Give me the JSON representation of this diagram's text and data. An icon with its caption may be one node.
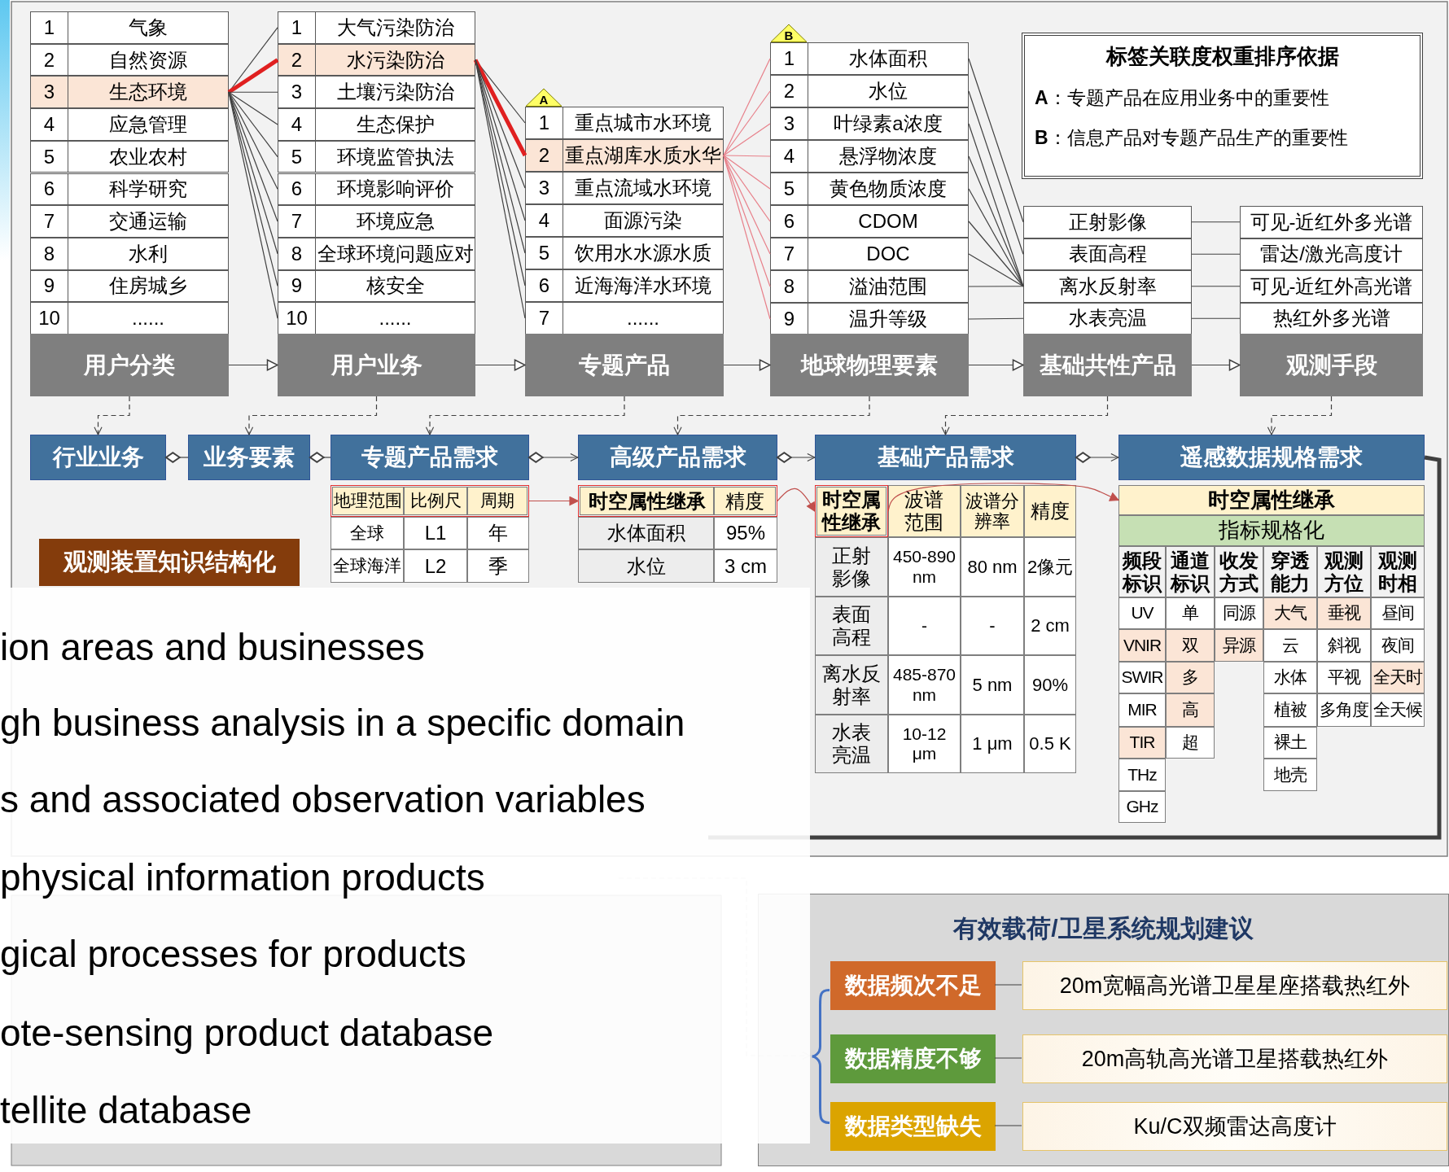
{
  "diagram": {
    "nodes": [
      {
        "text": [
          "1",
          "气象"
        ]
      },
      {
        "text": [
          "2",
          "自然资源"
        ]
      },
      {
        "text": [
          "3",
          "生态环境"
        ]
      },
      {
        "text": [
          "4",
          "应急管理"
        ]
      },
      {
        "text": [
          "5",
          "农业农村"
        ]
      },
      {
        "text": [
          "6",
          "科学研究"
        ]
      },
      {
        "text": [
          "7",
          "交通运输"
        ]
      },
      {
        "text": [
          "8",
          "水利"
        ]
      },
      {
        "text": [
          "9",
          "住房城乡"
        ]
      },
      {
        "text": [
          "10",
          "......"
        ]
      },
      {
        "text": [
          "1",
          "大气污染防治"
        ]
      },
      {
        "text": [
          "2",
          "水污染防治"
        ]
      },
      {
        "text": [
          "3",
          "土壤污染防治"
        ]
      },
      {
        "text": [
          "4",
          "生态保护"
        ]
      },
      {
        "text": [
          "5",
          "环境监管执法"
        ]
      },
      {
        "text": [
          "6",
          "环境影响评价"
        ]
      },
      {
        "text": [
          "7",
          "环境应急"
        ]
      },
      {
        "text": [
          "8",
          "全球环境问题应对"
        ]
      },
      {
        "text": [
          "9",
          "核安全"
        ]
      },
      {
        "text": [
          "10",
          "......"
        ]
      },
      {
        "text": [
          "A"
        ]
      },
      {
        "text": [
          "1",
          "重点城市水环境"
        ]
      },
      {
        "text": [
          "2",
          "重点湖库水质水华"
        ]
      },
      {
        "text": [
          "3",
          "重点流域水环境"
        ]
      },
      {
        "text": [
          "4",
          "面源污染"
        ]
      },
      {
        "text": [
          "5",
          "饮用水水源水质"
        ]
      },
      {
        "text": [
          "6",
          "近海海洋水环境"
        ]
      },
      {
        "text": [
          "7",
          "......"
        ]
      },
      {
        "text": [
          "B"
        ]
      },
      {
        "text": [
          "1",
          "水体面积"
        ]
      },
      {
        "text": [
          "2",
          "水位"
        ]
      },
      {
        "text": [
          "3",
          "叶绿素a浓度"
        ]
      },
      {
        "text": [
          "4",
          "悬浮物浓度"
        ]
      },
      {
        "text": [
          "5",
          "黄色物质浓度"
        ]
      },
      {
        "text": [
          "6",
          "CDOM"
        ]
      },
      {
        "text": [
          "7",
          "DOC"
        ]
      },
      {
        "text": [
          "8",
          "溢油范围"
        ]
      },
      {
        "text": [
          "9",
          "温升等级"
        ]
      },
      {
        "text": [
          "正射影像"
        ]
      },
      {
        "text": [
          "表面高程"
        ]
      },
      {
        "text": [
          "离水反射率"
        ]
      },
      {
        "text": [
          "水表亮温"
        ]
      },
      {
        "text": [
          "可见-近红外多光谱"
        ]
      },
      {
        "text": [
          "雷达/激光高度计"
        ]
      },
      {
        "text": [
          "可见-近红外高光谱"
        ]
      },
      {
        "text": [
          "热红外多光谱"
        ]
      },
      {
        "text": [
          "用户分类"
        ]
      },
      {
        "text": [
          "用户业务"
        ]
      },
      {
        "text": [
          "专题产品"
        ]
      },
      {
        "text": [
          "地球物理要素"
        ]
      },
      {
        "text": [
          "基础共性产品"
        ]
      },
      {
        "text": [
          "观测手段"
        ]
      },
      {
        "text": [
          "标签关联度权重排序依据",
          "**A**：专题产品在应用业务中的重要性",
          "**B**：信息产品对专题产品生产的重要性"
        ]
      },
      {
        "text": [
          "行业业务"
        ]
      },
      {
        "text": [
          "业务要素"
        ]
      },
      {
        "text": [
          "专题产品需求"
        ]
      },
      {
        "text": [
          "高级产品需求"
        ]
      },
      {
        "text": [
          "基础产品需求"
        ]
      },
      {
        "text": [
          "遥感数据规格需求"
        ]
      },
      {
        "text": [
          "地理范围",
          "比例尺",
          "周期"
        ]
      },
      {
        "text": [
          "时空属性继承",
          "精度"
        ]
      },
      {
        "text": [
          "时空属性继承"
        ]
      },
      {
        "text": [
          "时空属性继承"
        ]
      },
      {
        "text": [
          "观测装置知识结构化"
        ]
      },
      {
        "text": [
          "有效载荷/卫星系统规划建议"
        ]
      },
      {
        "text": [],
        "shape": "bracket",
        "in": 64
      },
      {
        "text": [
          "数据频次不足"
        ],
        "in": 64
      },
      {
        "text": [
          "20m宽幅高光谱卫星星座搭载热红外"
        ],
        "in": 64
      },
      {
        "text": [
          "数据精度不够"
        ],
        "in": 64
      },
      {
        "text": [
          "20m高轨高光谱卫星搭载热红外"
        ],
        "in": 64
      },
      {
        "text": [
          "数据类型缺失"
        ],
        "in": 64
      },
      {
        "text": [
          "Ku/C双频雷达高度计"
        ],
        "in": 64
      }
    ],
    "edges": [
      {
        "from": 2,
        "to": 10,
        "arrow": "none"
      },
      {
        "from": 2,
        "to": 11,
        "arrow": "none",
        "style": "thick",
        "color": "#e02020"
      },
      {
        "from": 2,
        "to": 12,
        "arrow": "none"
      },
      {
        "from": 2,
        "to": 13,
        "arrow": "none"
      },
      {
        "from": 2,
        "to": 14,
        "arrow": "none"
      },
      {
        "from": 2,
        "to": 15,
        "arrow": "none"
      },
      {
        "from": 2,
        "to": 16,
        "arrow": "none"
      },
      {
        "from": 2,
        "to": 17,
        "arrow": "none"
      },
      {
        "from": 2,
        "to": 18,
        "arrow": "none"
      },
      {
        "from": 2,
        "to": 19,
        "arrow": "none"
      },
      {
        "from": 11,
        "to": 21,
        "arrow": "none"
      },
      {
        "from": 11,
        "to": 22,
        "arrow": "none",
        "style": "thick",
        "color": "#e02020"
      },
      {
        "from": 11,
        "to": 23,
        "arrow": "none"
      },
      {
        "from": 11,
        "to": 24,
        "arrow": "none"
      },
      {
        "from": 11,
        "to": 25,
        "arrow": "none"
      },
      {
        "from": 11,
        "to": 26,
        "arrow": "none"
      },
      {
        "from": 11,
        "to": 27,
        "arrow": "none"
      },
      {
        "from": 22,
        "to": 29,
        "arrow": "none",
        "color": "#e8808a"
      },
      {
        "from": 22,
        "to": 30,
        "arrow": "none",
        "color": "#e8808a"
      },
      {
        "from": 22,
        "to": 31,
        "arrow": "none",
        "color": "#e8808a"
      },
      {
        "from": 22,
        "to": 32,
        "arrow": "none",
        "color": "#e8808a"
      },
      {
        "from": 22,
        "to": 33,
        "arrow": "none",
        "color": "#e8808a"
      },
      {
        "from": 22,
        "to": 34,
        "arrow": "none",
        "color": "#e8808a"
      },
      {
        "from": 22,
        "to": 35,
        "arrow": "none",
        "color": "#e8808a"
      },
      {
        "from": 22,
        "to": 36,
        "arrow": "none",
        "color": "#e8808a"
      },
      {
        "from": 22,
        "to": 37,
        "arrow": "none",
        "color": "#e8808a"
      },
      {
        "from": 29,
        "to": 38,
        "arrow": "none"
      },
      {
        "from": 30,
        "to": 39,
        "arrow": "none"
      },
      {
        "from": 31,
        "to": 40,
        "arrow": "none"
      },
      {
        "from": 32,
        "to": 40,
        "arrow": "none"
      },
      {
        "from": 33,
        "to": 40,
        "arrow": "none"
      },
      {
        "from": 34,
        "to": 40,
        "arrow": "none"
      },
      {
        "from": 35,
        "to": 40,
        "arrow": "none"
      },
      {
        "from": 36,
        "to": 40,
        "arrow": "none"
      },
      {
        "from": 37,
        "to": 41,
        "arrow": "none"
      },
      {
        "from": 38,
        "to": 42,
        "arrow": "none"
      },
      {
        "from": 39,
        "to": 43,
        "arrow": "none"
      },
      {
        "from": 40,
        "to": 44,
        "arrow": "none"
      },
      {
        "from": 41,
        "to": 45,
        "arrow": "none"
      },
      {
        "from": 46,
        "to": 47,
        "arrow": "to"
      },
      {
        "from": 47,
        "to": 48,
        "arrow": "to"
      },
      {
        "from": 48,
        "to": 49,
        "arrow": "to"
      },
      {
        "from": 49,
        "to": 50,
        "arrow": "to"
      },
      {
        "from": 50,
        "to": 51,
        "arrow": "to"
      },
      {
        "from": 46,
        "to": 53,
        "arrow": "to",
        "style": "dashed"
      },
      {
        "from": 47,
        "to": 54,
        "arrow": "to",
        "style": "dashed"
      },
      {
        "from": 48,
        "to": 55,
        "arrow": "to",
        "style": "dashed"
      },
      {
        "from": 49,
        "to": 56,
        "arrow": "to",
        "style": "dashed"
      },
      {
        "from": 50,
        "to": 57,
        "arrow": "to",
        "style": "dashed"
      },
      {
        "from": 51,
        "to": 58,
        "arrow": "to",
        "style": "dashed"
      },
      {
        "from": 53,
        "to": 54,
        "arrow": "other"
      },
      {
        "from": 54,
        "to": 55,
        "arrow": "other"
      },
      {
        "from": 55,
        "to": 56,
        "arrow": "to"
      },
      {
        "from": 56,
        "to": 57,
        "arrow": "to"
      },
      {
        "from": 57,
        "to": 58,
        "arrow": "to"
      },
      {
        "from": 59,
        "to": 60,
        "arrow": "to",
        "color": "#c0504d"
      },
      {
        "from": 60,
        "to": 61,
        "arrow": "to",
        "color": "#c0504d"
      },
      {
        "from": 61,
        "to": 62,
        "arrow": "to",
        "color": "#c0504d"
      },
      {
        "from": 58,
        "to": null,
        "arrow": "none",
        "style": "thick"
      },
      {
        "from": null,
        "to": 65,
        "arrow": "to",
        "style": "dashed",
        "color": "#bfbfbf"
      },
      {
        "from": 66,
        "to": 67,
        "arrow": "none"
      },
      {
        "from": 68,
        "to": 69,
        "arrow": "none"
      },
      {
        "from": 70,
        "to": 71,
        "arrow": "none"
      }
    ],
    "labels": [
      "全球",
      "L1",
      "年",
      "全球海洋",
      "L2",
      "季",
      "水体面积",
      "95%",
      "水位",
      "3 cm",
      "波谱范围",
      "波谱分辨率",
      "精度",
      "正射影像",
      "450-890 nm",
      "80 nm",
      "2像元",
      "表面高程",
      "-",
      "-",
      "2 cm",
      "离水反射率",
      "485-870 nm",
      "5 nm",
      "90%",
      "水表亮温",
      "10-12 μm",
      "1 μm",
      "0.5 K",
      "指标规格化",
      "频段标识",
      "通道标识",
      "收发方式",
      "穿透能力",
      "观测方位",
      "观测时相",
      "UV",
      "单",
      "同源",
      "大气",
      "垂视",
      "昼间",
      "VNIR",
      "双",
      "异源",
      "云",
      "斜视",
      "夜间",
      "SWIR",
      "多",
      "水体",
      "平视",
      "全天时",
      "MIR",
      "高",
      "植被",
      "多角度",
      "全天候",
      "TIR",
      "超",
      "裸土",
      "THz",
      "地壳",
      "GHz",
      "ion areas and businesses",
      "gh business analysis in a specific domain",
      "s and associated observation variables",
      "physical information products",
      "gical processes for products",
      "ote-sensing product database",
      "tellite database"
    ]
  }
}
